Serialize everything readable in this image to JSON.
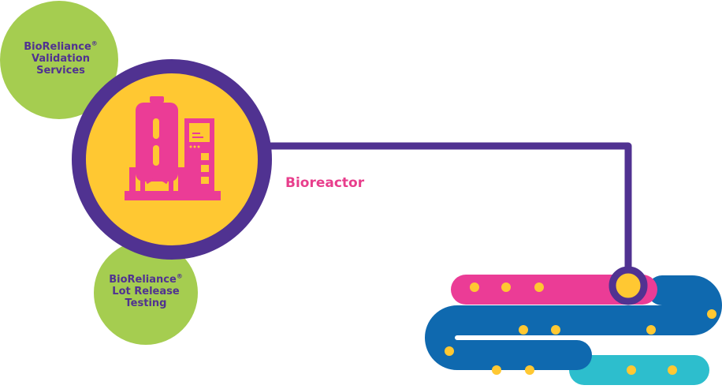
{
  "services": {
    "validation": {
      "line1": "BioReliance",
      "reg": "®",
      "line2": "Validation",
      "line3": "Services"
    },
    "lot_release": {
      "line1": "BioReliance",
      "reg": "®",
      "line2": "Lot Release",
      "line3": "Testing"
    }
  },
  "equipment": {
    "label": "Bioreactor",
    "icon": "bioreactor-icon"
  },
  "colors": {
    "purple": "#503291",
    "green": "#a5cd50",
    "yellow": "#ffc832",
    "magenta": "#eb3c96",
    "blue": "#0f69af",
    "cyan": "#2dbecd"
  }
}
